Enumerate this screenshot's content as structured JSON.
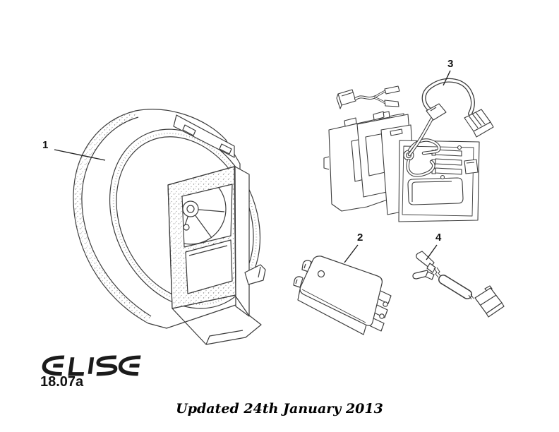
{
  "callouts": {
    "c1": "1",
    "c2": "2",
    "c3": "3",
    "c4": "4"
  },
  "footer": {
    "logo": "ELISE",
    "code": "18.07a",
    "updated": "Updated 24th January 2013"
  },
  "colors": {
    "ink": "#3c3c3c",
    "label": "#111111",
    "stipple": "#8b8b8b"
  }
}
